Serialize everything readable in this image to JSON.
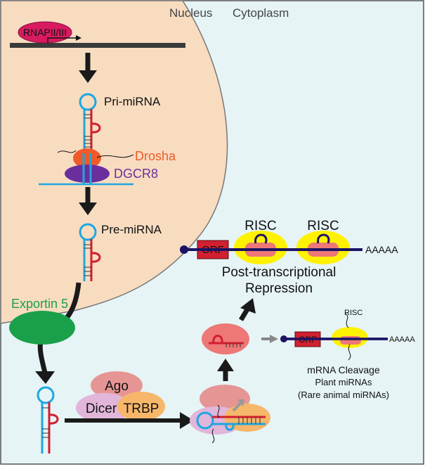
{
  "compartments": {
    "nucleus": "Nucleus",
    "cytoplasm": "Cytoplasm"
  },
  "nuclear_steps": {
    "polymerase": "RNAPII/III",
    "primary_transcript": "Pri-miRNA",
    "processor_1": "Drosha",
    "processor_2": "DGCR8",
    "precursor": "Pre-miRNA",
    "export_factor": "Exportin 5"
  },
  "cytoplasmic_steps": {
    "protein_1": "Ago",
    "protein_2": "Dicer",
    "protein_3": "TRBP"
  },
  "outcomes": {
    "risc_1": "RISC",
    "risc_2": "RISC",
    "orf_1": "ORF",
    "polya_1": "AAAAA",
    "repression_line_1": "Post-transcriptional",
    "repression_line_2": "Repression",
    "risc_small": "RISC",
    "orf_2": "ORF",
    "polya_2": "AAAAA",
    "cleavage_line_1": "mRNA Cleavage",
    "cleavage_line_2": "Plant miRNAs",
    "cleavage_line_3": "(Rare animal miRNAs)"
  },
  "colors": {
    "nucleus_fill": "#f8dcc0",
    "cytoplasm_fill": "#e6f4f6",
    "rna_blue": "#1ea7e0",
    "rna_red": "#d11f2f",
    "drosha": "#f05a28",
    "dgcr8": "#6a2f9c",
    "exportin": "#1aa04a",
    "risc_yellow": "#fff200",
    "risc_pink": "#ee7777",
    "orf": "#d12030",
    "ago": "#e69595",
    "dicer": "#e1b6da",
    "trbp": "#f6b76a",
    "mrna_navy": "#1b1464"
  }
}
